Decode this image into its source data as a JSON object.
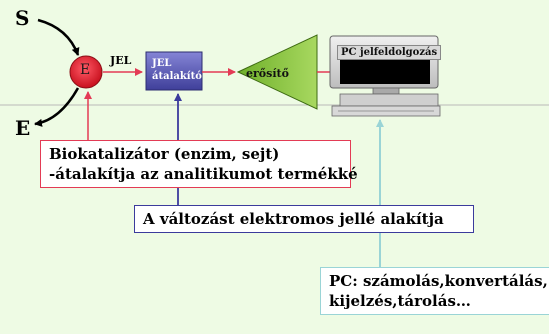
{
  "substrate_label": "S",
  "product_label": "E",
  "enzyme_label": "E",
  "signal_label": "JEL",
  "converter_label": [
    "JEL",
    "átalakító"
  ],
  "amplifier_label": "erősítő",
  "pc_label": "PC jelfeldolgozás",
  "biocatalyst_box": {
    "lines": [
      "Biokatalizátor (enzim, sejt)",
      "-átalakítja az analitikumot termékké"
    ]
  },
  "electric_box": {
    "lines": [
      "A változást elektromos jellé alakítja"
    ]
  },
  "pc_box": {
    "lines": [
      "PC: számolás,konvertálás,",
      "kijelzés,tárolás…"
    ]
  },
  "colors": {
    "background": "#eefbe4",
    "enzyme_fill": "#e11b2a",
    "converter_fill": "#5a5ab0",
    "amplifier_fill": "#8cc63e",
    "bio_connector": "#e33b55",
    "electric_connector": "#3b3b9c",
    "pc_connector": "#9ad4d6",
    "signal_arrow": "#e33b55"
  }
}
